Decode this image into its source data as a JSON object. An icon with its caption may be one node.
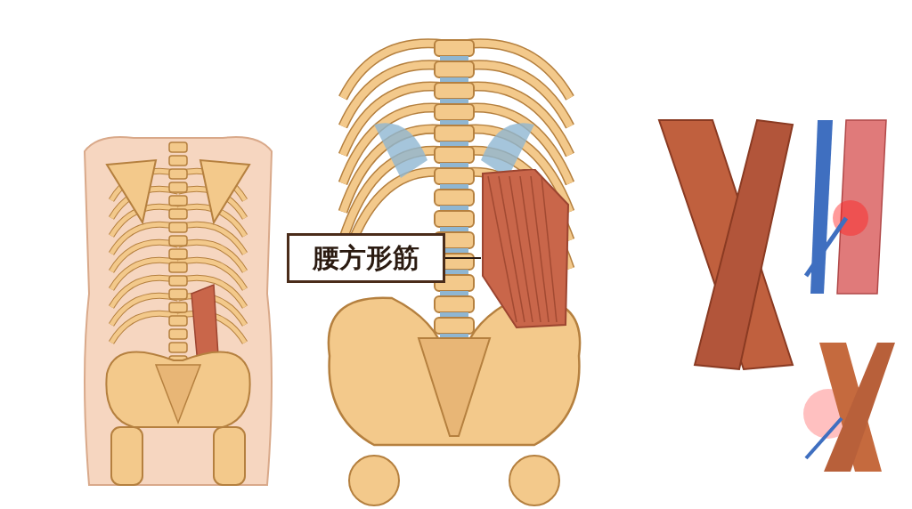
{
  "diagram": {
    "nodes": [
      {
        "text": [
          "腰方形筋"
        ]
      },
      {
        "text": [],
        "shape": "picture"
      }
    ],
    "edges": [
      {
        "from": 0,
        "to": 1,
        "arrow": "none"
      }
    ]
  }
}
